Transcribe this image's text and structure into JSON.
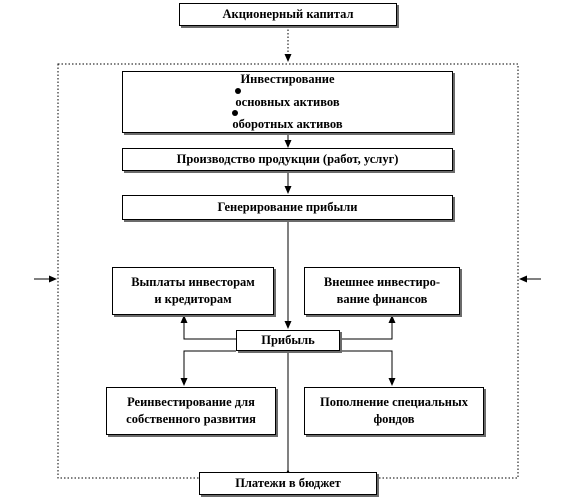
{
  "equity": "Акционерный капитал",
  "investing": {
    "title": "Инвестирование",
    "bullets": [
      "основных активов",
      "оборотных активов"
    ]
  },
  "production": "Производство продукции (работ, услуг)",
  "profit_generation": "Генерирование прибыли",
  "payouts": [
    "Выплаты инвесторам",
    "и кредиторам"
  ],
  "external_investing": [
    "Внешнее инвестиро-",
    "вание финансов"
  ],
  "profit": "Прибыль",
  "reinvesting": [
    "Реинвестирование для",
    "собственного развития"
  ],
  "special_funds": [
    "Пополнение специальных",
    "фондов"
  ],
  "budget_payments": "Платежи в бюджет"
}
